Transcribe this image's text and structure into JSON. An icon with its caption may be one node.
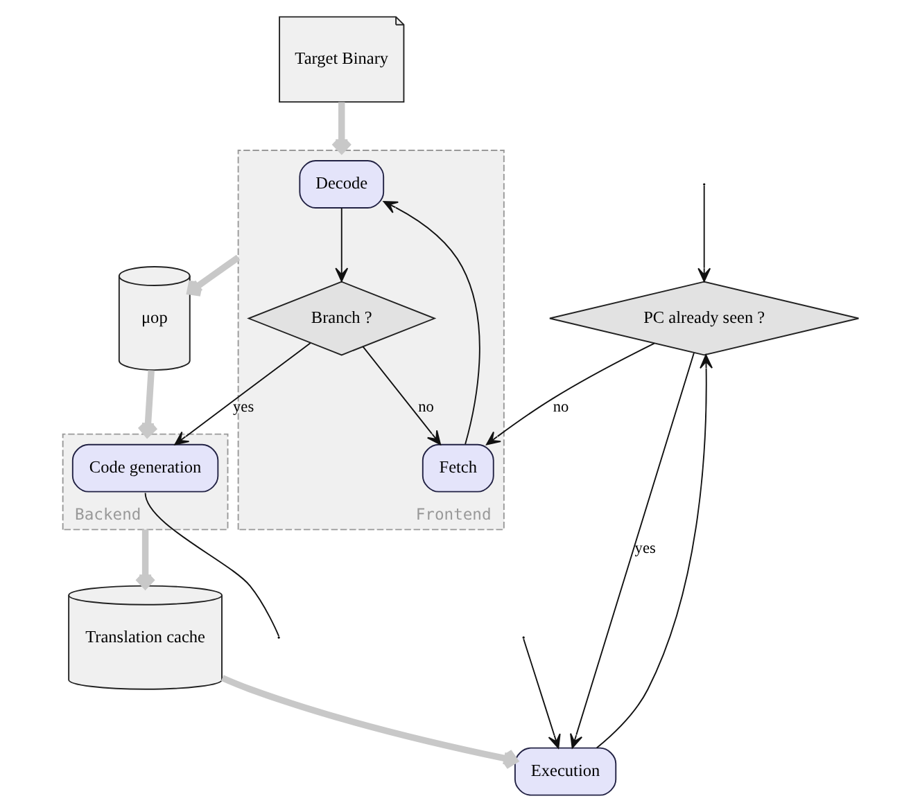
{
  "diagram": {
    "nodes": [
      {
        "text": [
          "Target Binary"
        ]
      },
      {
        "text": [
          "PC already seen ?"
        ]
      },
      {
        "text": [
          "Frontend"
        ]
      },
      {
        "text": [
          "Decode"
        ],
        "in": 2
      },
      {
        "text": [
          "Fetch"
        ],
        "in": 2
      },
      {
        "text": [
          "Branch ?"
        ],
        "in": 2
      },
      {
        "text": [
          "μop"
        ]
      },
      {
        "text": [
          "Backend"
        ]
      },
      {
        "text": [
          "Code generation"
        ],
        "in": 7
      },
      {
        "text": [
          "Translation cache"
        ]
      },
      {
        "text": [
          "Execution"
        ]
      }
    ],
    "edges": [
      {
        "from": null,
        "to": 1,
        "arrow": "to"
      },
      {
        "from": 1,
        "to": 10,
        "arrow": "to",
        "label": "yes"
      },
      {
        "from": 1,
        "to": 4,
        "arrow": "to",
        "label": "no"
      },
      {
        "from": 4,
        "to": 3,
        "arrow": "to"
      },
      {
        "from": 3,
        "to": 5,
        "arrow": "to"
      },
      {
        "from": 5,
        "to": 4,
        "arrow": "to",
        "label": "no"
      },
      {
        "from": 5,
        "to": 8,
        "arrow": "to",
        "label": "yes"
      },
      {
        "from": 0,
        "to": 2,
        "arrow": "to",
        "style": "thick",
        "color": "#c8c8c8"
      },
      {
        "from": 2,
        "to": 6,
        "arrow": "to",
        "style": "thick",
        "color": "#c8c8c8"
      },
      {
        "from": 6,
        "to": 7,
        "arrow": "to",
        "style": "thick",
        "color": "#c8c8c8"
      },
      {
        "from": 7,
        "to": 9,
        "arrow": "to",
        "style": "thick",
        "color": "#c8c8c8"
      },
      {
        "from": 9,
        "to": 10,
        "arrow": "to",
        "style": "thick",
        "color": "#c8c8c8"
      },
      {
        "from": 10,
        "to": 1,
        "arrow": "to"
      },
      {
        "from": 8,
        "to": null,
        "arrow": "none"
      },
      {
        "from": null,
        "to": 10,
        "arrow": "to"
      }
    ]
  }
}
